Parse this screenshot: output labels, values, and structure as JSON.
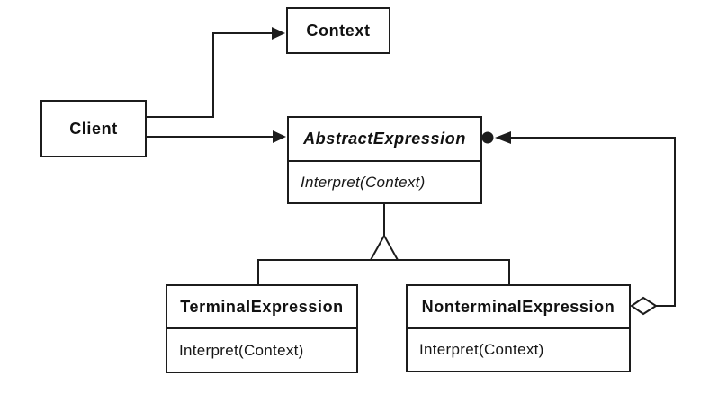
{
  "diagram": {
    "kind": "uml-class-diagram",
    "pattern": "Interpreter",
    "colors": {
      "background": "#ffffff",
      "line": "#1c1c1c",
      "box_fill": "#ffffff",
      "text": "#111111"
    },
    "classes": {
      "client": {
        "name": "Client",
        "abstract": false,
        "methods": []
      },
      "context": {
        "name": "Context",
        "abstract": false,
        "methods": []
      },
      "abstract_expression": {
        "name": "AbstractExpression",
        "abstract": true,
        "methods": [
          "Interpret(Context)"
        ]
      },
      "terminal_expression": {
        "name": "TerminalExpression",
        "abstract": false,
        "methods": [
          "Interpret(Context)"
        ]
      },
      "nonterminal_expression": {
        "name": "NonterminalExpression",
        "abstract": false,
        "methods": [
          "Interpret(Context)"
        ]
      }
    },
    "relationships": [
      {
        "from": "Client",
        "to": "Context",
        "type": "association",
        "marker_at_target": "filled-arrowhead"
      },
      {
        "from": "Client",
        "to": "AbstractExpression",
        "type": "association",
        "marker_at_target": "filled-arrowhead"
      },
      {
        "from": "TerminalExpression",
        "to": "AbstractExpression",
        "type": "inheritance",
        "marker_at_target": "hollow-triangle"
      },
      {
        "from": "NonterminalExpression",
        "to": "AbstractExpression",
        "type": "inheritance",
        "marker_at_target": "hollow-triangle"
      },
      {
        "from": "NonterminalExpression",
        "to": "AbstractExpression",
        "type": "aggregation",
        "multiplicity": "many",
        "marker_at_source": "open-diamond",
        "marker_at_target": "filled-arrowhead-with-circle"
      }
    ]
  }
}
